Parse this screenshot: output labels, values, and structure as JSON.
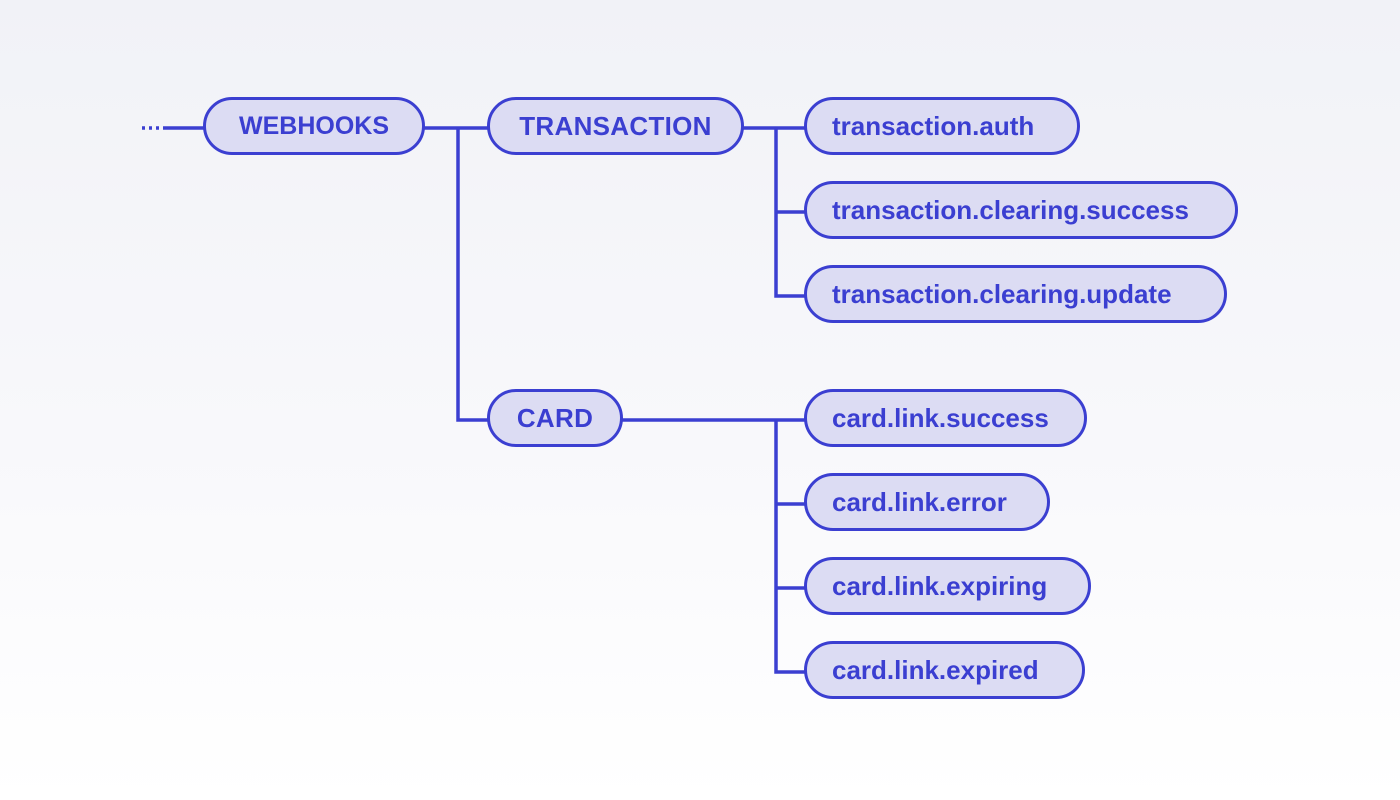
{
  "colors": {
    "accent": "#3b3fd1",
    "node_fill": "#dcdcf3"
  },
  "root": {
    "label": "WEBHOOKS",
    "incoming_icon": "dotted-line-icon"
  },
  "categories": [
    {
      "label": "TRANSACTION",
      "events": [
        "transaction.auth",
        "transaction.clearing.success",
        "transaction.clearing.update"
      ]
    },
    {
      "label": "CARD",
      "events": [
        "card.link.success",
        "card.link.error",
        "card.link.expiring",
        "card.link.expired"
      ]
    }
  ]
}
